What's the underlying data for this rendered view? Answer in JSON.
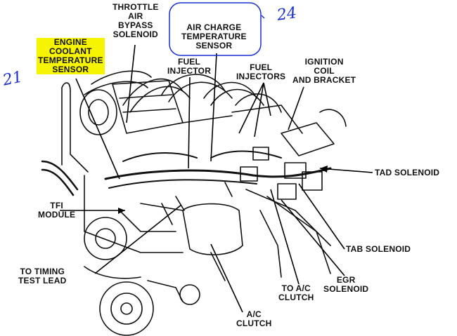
{
  "labels": {
    "throttle_air_bypass": [
      "THROTTLE",
      "AIR",
      "BYPASS",
      "SOLENOID"
    ],
    "air_charge_temp": [
      "AIR CHARGE",
      "TEMPERATURE",
      "SENSOR"
    ],
    "engine_coolant_temp": [
      "ENGINE",
      "COOLANT",
      "TEMPERATURE",
      "SENSOR"
    ],
    "fuel_injector": [
      "FUEL",
      "INJECTOR"
    ],
    "fuel_injectors": [
      "FUEL",
      "INJECTORS"
    ],
    "ignition_coil": [
      "IGNITION",
      "COIL",
      "AND BRACKET"
    ],
    "tad_solenoid": [
      "TAD SOLENOID"
    ],
    "tfi_module": [
      "TFI",
      "MODULE"
    ],
    "tab_solenoid": [
      "TAB SOLENOID"
    ],
    "timing_test_lead": [
      "TO TIMING",
      "TEST LEAD"
    ],
    "egr_solenoid": [
      "EGR",
      "SOLENOID"
    ],
    "to_ac_clutch": [
      "TO A/C",
      "CLUTCH"
    ],
    "ac_clutch": [
      "A/C",
      "CLUTCH"
    ]
  },
  "annotations": {
    "num_left": "21",
    "num_top": "24"
  },
  "colors": {
    "highlight": "#f7f400",
    "pen": "#1a2fd0",
    "ink": "#111111"
  }
}
